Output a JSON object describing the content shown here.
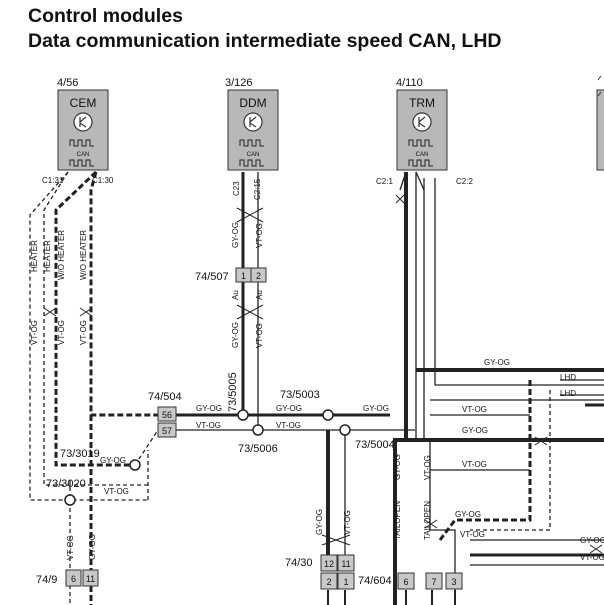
{
  "title": {
    "line1": "Control modules",
    "line2": "Data communication intermediate speed CAN, LHD"
  },
  "modules": {
    "cem": {
      "ref": "4/56",
      "name": "CEM",
      "bus": "CAN",
      "pin_left": "C1:31",
      "pin_right": "C1:30"
    },
    "ddm": {
      "ref": "3/126",
      "name": "DDM",
      "bus": "CAN",
      "pin_left": "C23",
      "pin_right": "C2:15"
    },
    "trm": {
      "ref": "4/110",
      "name": "TRM",
      "bus": "CAN",
      "pin_left": "C2:1",
      "pin_right": "C2:2"
    }
  },
  "connectors": {
    "c74_507": {
      "ref": "74/507",
      "pins": [
        "1",
        "2"
      ]
    },
    "c74_504": {
      "ref": "74/504",
      "pins": [
        "56",
        "57"
      ]
    },
    "c74_9": {
      "ref": "74/9",
      "pins": [
        "6",
        "11"
      ]
    },
    "c74_30": {
      "ref": "74/30",
      "pins": [
        "12",
        "11",
        "2",
        "1"
      ]
    },
    "c74_604": {
      "ref": "74/604",
      "pins": [
        "6",
        "7",
        "3"
      ]
    }
  },
  "splices": {
    "s73_5005": "73/5005",
    "s73_5003": "73/5003",
    "s73_5006": "73/5006",
    "s73_5004": "73/5004",
    "s73_3019": "73/3019",
    "s73_3020": "73/3020"
  },
  "wire_labels": {
    "heater1": "HEATER",
    "heater2": "HEATER",
    "wo_heater1": "W/O HEATER",
    "wo_heater2": "W/O HEATER",
    "vt_og": "VT-OG",
    "gy_og": "GY-OG",
    "au": "Au",
    "lhd": "LHD",
    "tailopen": "TAILOPEN"
  },
  "colors": {
    "module_fill": "#b8b8b8",
    "connector_fill": "#c8c8c8",
    "wire": "#222222"
  }
}
